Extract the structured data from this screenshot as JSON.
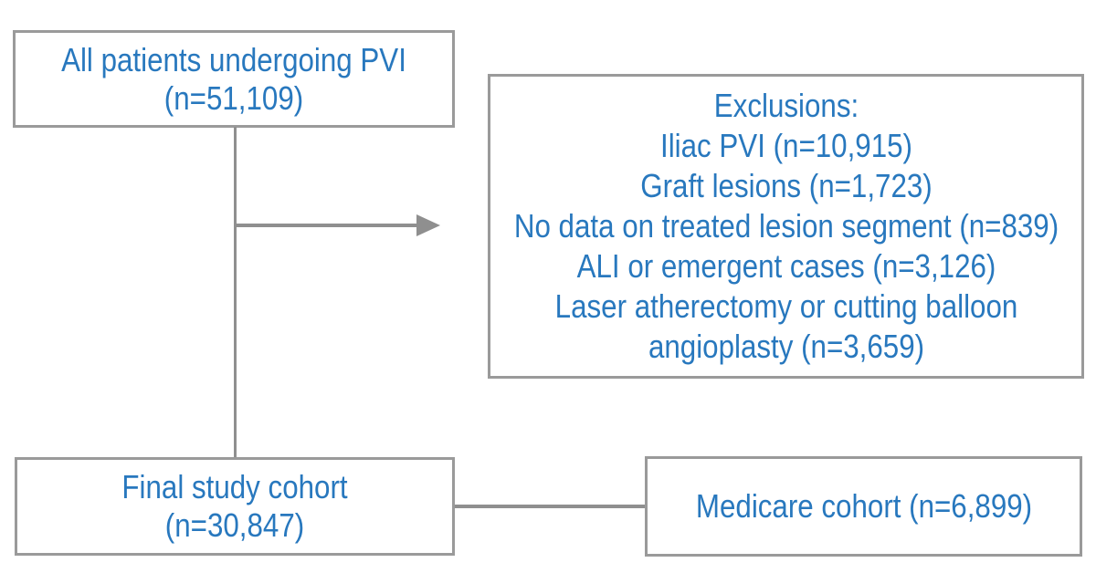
{
  "colors": {
    "accent_text": "#2878BE",
    "box_border": "#9A9A9A",
    "connector": "#8F8F8F",
    "background": "#FFFFFF"
  },
  "diagram": {
    "boxes": {
      "all_patients": {
        "line1": "All patients undergoing PVI",
        "line2": "(n=51,109)"
      },
      "exclusions": {
        "title": "Exclusions:",
        "items": [
          "Iliac PVI (n=10,915)",
          "Graft lesions (n=1,723)",
          "No data on treated lesion segment (n=839)",
          "ALI or emergent cases (n=3,126)",
          "Laser atherectomy or cutting balloon angioplasty (n=3,659)"
        ]
      },
      "final_cohort": {
        "line1": "Final study cohort",
        "line2": "(n=30,847)"
      },
      "medicare_cohort": {
        "label": "Medicare cohort (n=6,899)"
      }
    }
  }
}
